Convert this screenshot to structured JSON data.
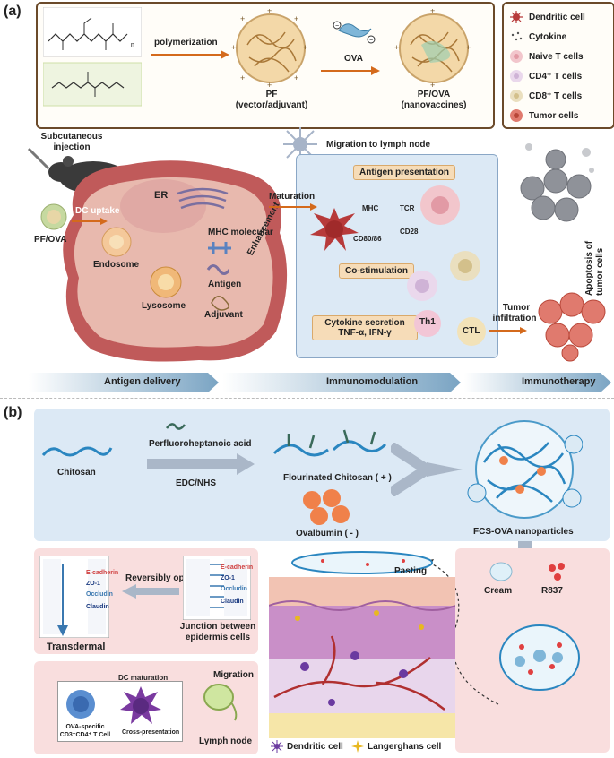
{
  "panel_a": {
    "label": "(a)",
    "polymerization": "polymerization",
    "ova": "OVA",
    "pf_title": "PF",
    "pf_sub": "(vector/adjuvant)",
    "pfova_title": "PF/OVA",
    "pfova_sub": "(nanovaccines)",
    "legend": [
      "Dendritic cell",
      "Cytokine",
      "Naive T cells",
      "CD4⁺ T cells",
      "CD8⁺ T cells",
      "Tumor cells"
    ],
    "subcutaneous": "Subcutaneous",
    "injection": "injection",
    "migration_lymph": "Migration to lymph node",
    "er": "ER",
    "dc_uptake": "DC uptake",
    "pf_ova_left": "PF/OVA",
    "mhc_molecular": "MHC molecular",
    "endosome": "Endosome",
    "antigen": "Antigen",
    "lysosome": "Lysosome",
    "adjuvant": "Adjuvant",
    "enhancement": "Enhancement",
    "maturation": "Maturation",
    "antigen_presentation": "Antigen presentation",
    "mhc": "MHC",
    "tcr": "TCR",
    "cd80": "CD80/86",
    "cd28": "CD28",
    "costim": "Co-stimulation",
    "cytokine_secretion": "Cytokine secretion",
    "tnf": "TNF-α, IFN-γ",
    "th1": "Th1",
    "ctl": "CTL",
    "tumor": "Tumor",
    "infiltration": "infiltration",
    "apoptosis1": "Apoptosis of",
    "apoptosis2": "tumor cells",
    "band1": "Antigen delivery",
    "band2": "Immunomodulation",
    "band3": "Immunotherapy"
  },
  "panel_b": {
    "label": "(b)",
    "pfha": "Perfluoroheptanoic acid",
    "chitosan": "Chitosan",
    "edc": "EDC/NHS",
    "fluor_chitosan": "Flourinated Chitosan ( + )",
    "ovalbumin": "Ovalbumin ( - )",
    "fcs_ova": "FCS-OVA nanoparticles",
    "ecad": "E-cadherin",
    "zo1": "ZO-1",
    "occludin": "Occludin",
    "claudin": "Claudin",
    "reversibly_open": "Reversibly open",
    "transdermal": "Transdermal",
    "junction1": "Junction between",
    "junction2": "epidermis cells",
    "pasting": "Pasting",
    "cream": "Cream",
    "r837": "R837",
    "migration": "Migration",
    "dc_maturation": "DC maturation",
    "ova_specific1": "OVA-specific",
    "ova_specific2": "CD3⁺CD4⁺ T Cell",
    "cross_presentation": "Cross-presentation",
    "lymph_node": "Lymph node",
    "dc_legend": "Dendritic cell",
    "lc_legend": "Langerghans cell"
  }
}
